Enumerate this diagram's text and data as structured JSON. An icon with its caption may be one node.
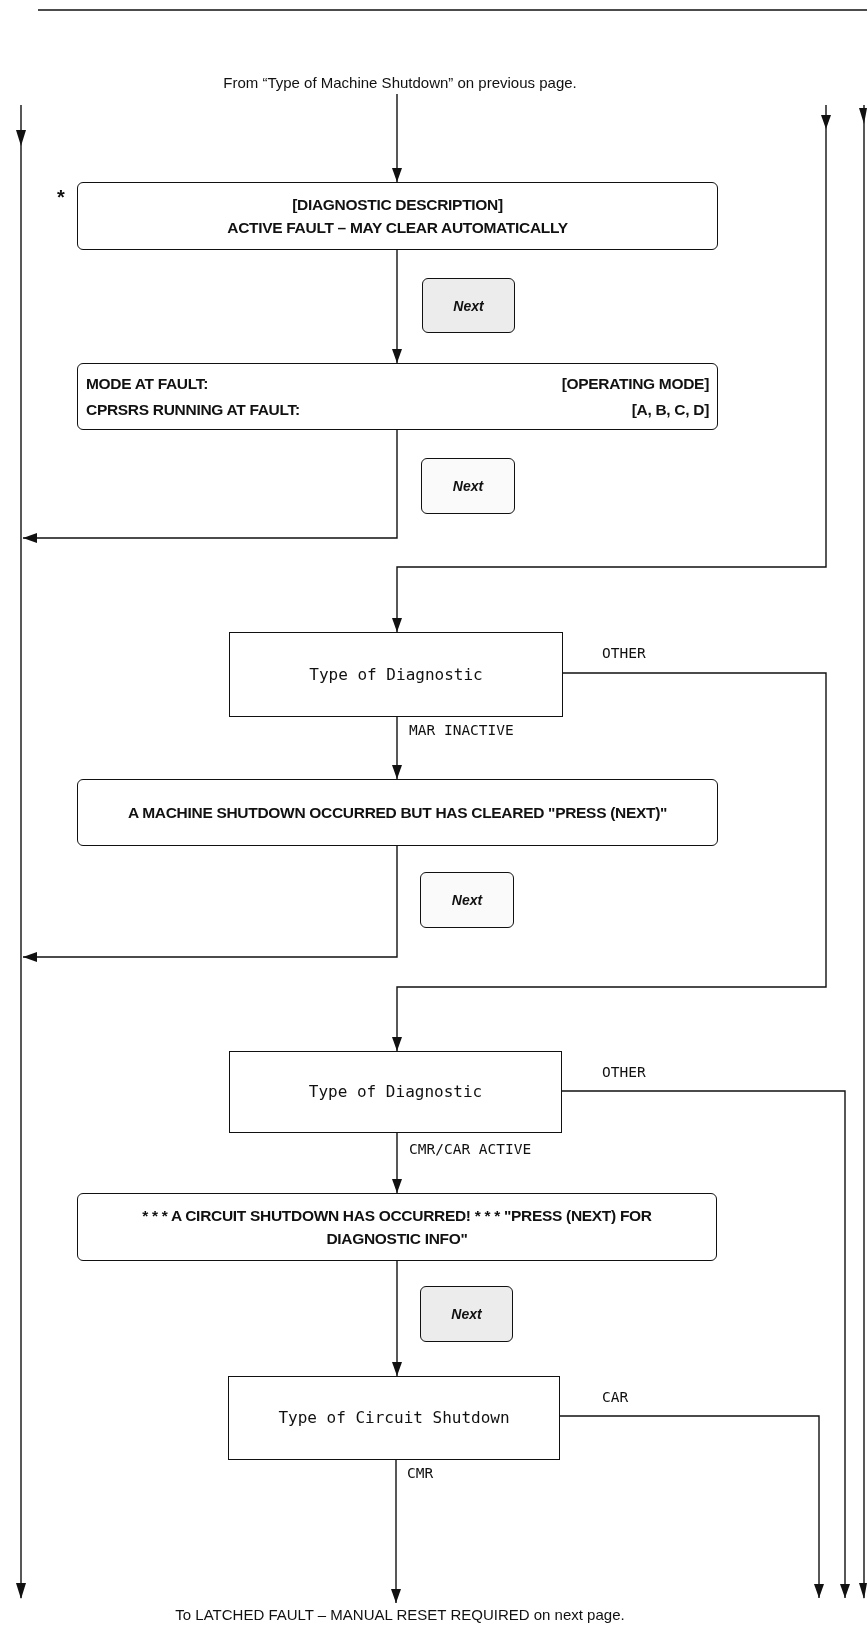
{
  "diagram": {
    "nodes": [
      {
        "text": [
          "From “Type of Machine Shutdown” on previous page."
        ]
      },
      {
        "text": [
          "[DIAGNOSTIC DESCRIPTION]",
          "ACTIVE FAULT – MAY CLEAR AUTOMATICALLY"
        ],
        "beside": [
          "*"
        ]
      },
      {
        "text": [
          "Next"
        ]
      },
      {
        "text": [
          "MODE AT FAULT:",
          "[OPERATING MODE]",
          "CPRSRS RUNNING AT FAULT:",
          "[A, B, C, D]"
        ]
      },
      {
        "text": [
          "Next"
        ]
      },
      {
        "text": [
          "Type of Diagnostic"
        ]
      },
      {
        "text": [
          "A MACHINE SHUTDOWN OCCURRED BUT HAS CLEARED \"PRESS (NEXT)\""
        ]
      },
      {
        "text": [
          "Next"
        ]
      },
      {
        "text": [
          "Type of Diagnostic"
        ]
      },
      {
        "text": [
          "* * * A CIRCUIT SHUTDOWN HAS OCCURRED! * * * \"PRESS (NEXT) FOR DIAGNOSTIC INFO\""
        ]
      },
      {
        "text": [
          "Next"
        ]
      },
      {
        "text": [
          "Type of Circuit Shutdown"
        ]
      },
      {
        "text": [
          "To LATCHED FAULT – MANUAL RESET REQUIRED on next page."
        ]
      }
    ],
    "edges": [
      {
        "from": 0,
        "to": 1,
        "arrow": "to"
      },
      {
        "from": 1,
        "to": 3,
        "arrow": "to"
      },
      {
        "from": 3,
        "to": null,
        "arrow": "to"
      },
      {
        "from": null,
        "to": 5,
        "arrow": "to"
      },
      {
        "from": 5,
        "to": 8,
        "arrow": "to",
        "label": "OTHER"
      },
      {
        "from": 5,
        "to": 6,
        "arrow": "to",
        "label": "MAR INACTIVE"
      },
      {
        "from": 6,
        "to": null,
        "arrow": "to"
      },
      {
        "from": 8,
        "to": null,
        "arrow": "to",
        "label": "OTHER"
      },
      {
        "from": 8,
        "to": 9,
        "arrow": "to",
        "label": "CMR/CAR ACTIVE"
      },
      {
        "from": 9,
        "to": 11,
        "arrow": "to"
      },
      {
        "from": 11,
        "to": 12,
        "arrow": "to",
        "label": "CMR"
      },
      {
        "from": 11,
        "to": null,
        "arrow": "to",
        "label": "CAR"
      }
    ]
  }
}
